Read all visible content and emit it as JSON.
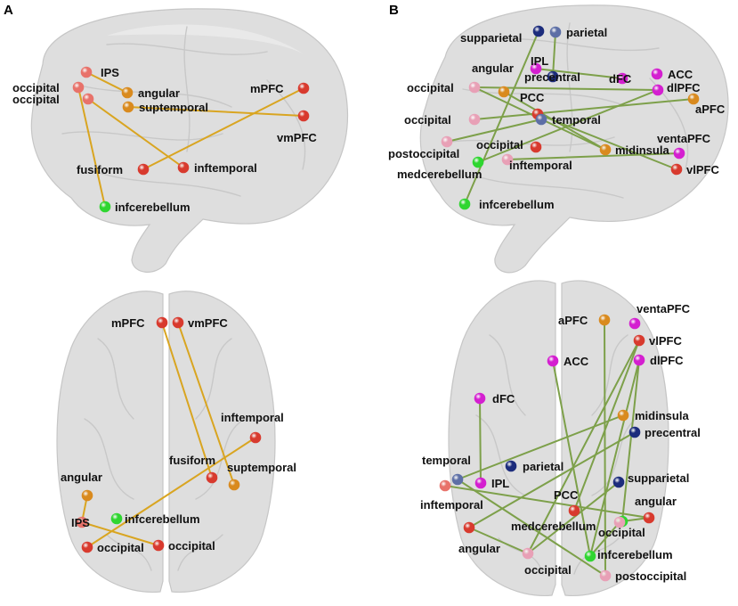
{
  "colors": {
    "red": "#d83a2e",
    "salmon": "#e8726a",
    "pink": "#e8a0b6",
    "orange": "#d98a1e",
    "magenta": "#d41fd0",
    "navy": "#1c2c7c",
    "slate": "#5d6fa6",
    "green": "#2fd630",
    "edge_a": "#d9a521",
    "edge_b": "#7da04a"
  },
  "panels": [
    {
      "id": "A",
      "label": "A",
      "views": [
        {
          "id": "A-sagittal",
          "edge_color": "edge_a",
          "nodes": [
            {
              "id": "ips",
              "label": "IPS",
              "color": "salmon"
            },
            {
              "id": "occ1",
              "label": "occipital",
              "color": "salmon"
            },
            {
              "id": "occ2",
              "label": "occipital",
              "color": "salmon"
            },
            {
              "id": "angular",
              "label": "angular",
              "color": "orange"
            },
            {
              "id": "supt",
              "label": "suptemporal",
              "color": "orange"
            },
            {
              "id": "mpfc",
              "label": "mPFC",
              "color": "red"
            },
            {
              "id": "vmpfc",
              "label": "vmPFC",
              "color": "red"
            },
            {
              "id": "fusi",
              "label": "fusiform",
              "color": "red"
            },
            {
              "id": "inft",
              "label": "inftemporal",
              "color": "red"
            },
            {
              "id": "infc",
              "label": "infcerebellum",
              "color": "green"
            }
          ],
          "edges": [
            [
              "ips",
              "angular"
            ],
            [
              "occ1",
              "infc"
            ],
            [
              "occ2",
              "inft"
            ],
            [
              "supt",
              "vmpfc"
            ],
            [
              "mpfc",
              "fusi"
            ]
          ]
        },
        {
          "id": "A-axial",
          "edge_color": "edge_a",
          "nodes": [
            {
              "id": "mpfc",
              "label": "mPFC",
              "color": "red"
            },
            {
              "id": "vmpfc",
              "label": "vmPFC",
              "color": "red"
            },
            {
              "id": "inft",
              "label": "inftemporal",
              "color": "red"
            },
            {
              "id": "fusi",
              "label": "fusiform",
              "color": "red"
            },
            {
              "id": "supt",
              "label": "suptemporal",
              "color": "orange"
            },
            {
              "id": "angular",
              "label": "angular",
              "color": "orange"
            },
            {
              "id": "ips",
              "label": "IPS",
              "color": "salmon"
            },
            {
              "id": "infc",
              "label": "infcerebellum",
              "color": "green"
            },
            {
              "id": "occ1",
              "label": "occipital",
              "color": "red"
            },
            {
              "id": "occ2",
              "label": "occipital",
              "color": "red"
            }
          ],
          "edges": [
            [
              "mpfc",
              "fusi"
            ],
            [
              "vmpfc",
              "supt"
            ],
            [
              "angular",
              "ips"
            ],
            [
              "inft",
              "occ1"
            ],
            [
              "ips",
              "occ2"
            ]
          ]
        }
      ]
    },
    {
      "id": "B",
      "label": "B",
      "views": [
        {
          "id": "B-sagittal",
          "edge_color": "edge_b",
          "nodes": [
            {
              "id": "suppar",
              "label": "supparietal",
              "color": "navy"
            },
            {
              "id": "parietal",
              "label": "parietal",
              "color": "slate"
            },
            {
              "id": "ipl",
              "label": "IPL",
              "color": "magenta"
            },
            {
              "id": "precentral",
              "label": "precentral",
              "color": "navy"
            },
            {
              "id": "dfc",
              "label": "dFC",
              "color": "magenta"
            },
            {
              "id": "acc",
              "label": "ACC",
              "color": "magenta"
            },
            {
              "id": "angular",
              "label": "angular",
              "color": "orange"
            },
            {
              "id": "occ1",
              "label": "occipital",
              "color": "pink"
            },
            {
              "id": "dlpfc",
              "label": "dlPFC",
              "color": "magenta"
            },
            {
              "id": "pcc",
              "label": "PCC",
              "color": "red"
            },
            {
              "id": "apfc",
              "label": "aPFC",
              "color": "orange"
            },
            {
              "id": "occ2",
              "label": "occipital",
              "color": "pink"
            },
            {
              "id": "temporal",
              "label": "temporal",
              "color": "slate"
            },
            {
              "id": "ventapfc",
              "label": "ventaPFC",
              "color": "magenta"
            },
            {
              "id": "postocc",
              "label": "postoccipital",
              "color": "pink"
            },
            {
              "id": "occ3",
              "label": "occipital",
              "color": "pink"
            },
            {
              "id": "inft",
              "label": "inftemporal",
              "color": "red"
            },
            {
              "id": "midins",
              "label": "midinsula",
              "color": "orange"
            },
            {
              "id": "vlpfc",
              "label": "vlPFC",
              "color": "red"
            },
            {
              "id": "medc",
              "label": "medcerebellum",
              "color": "green"
            },
            {
              "id": "infc",
              "label": "infcerebellum",
              "color": "green"
            }
          ],
          "edges": [
            [
              "suppar",
              "infc"
            ],
            [
              "parietal",
              "precentral"
            ],
            [
              "ipl",
              "dfc"
            ],
            [
              "occ1",
              "dlpfc"
            ],
            [
              "occ1",
              "midins"
            ],
            [
              "pcc",
              "vlpfc"
            ],
            [
              "occ2",
              "apfc"
            ],
            [
              "angular",
              "midins"
            ],
            [
              "medc",
              "dlpfc"
            ],
            [
              "temporal",
              "postocc"
            ],
            [
              "occ3",
              "ventapfc"
            ]
          ]
        },
        {
          "id": "B-axial",
          "edge_color": "edge_b",
          "nodes": [
            {
              "id": "apfc",
              "label": "aPFC",
              "color": "orange"
            },
            {
              "id": "ventapfc",
              "label": "ventaPFC",
              "color": "magenta"
            },
            {
              "id": "vlpfc",
              "label": "vlPFC",
              "color": "red"
            },
            {
              "id": "acc",
              "label": "ACC",
              "color": "magenta"
            },
            {
              "id": "dlpfc",
              "label": "dlPFC",
              "color": "magenta"
            },
            {
              "id": "dfc",
              "label": "dFC",
              "color": "magenta"
            },
            {
              "id": "midins",
              "label": "midinsula",
              "color": "orange"
            },
            {
              "id": "precentral",
              "label": "precentral",
              "color": "navy"
            },
            {
              "id": "parietal",
              "label": "parietal",
              "color": "navy"
            },
            {
              "id": "temporal",
              "label": "temporal",
              "color": "slate"
            },
            {
              "id": "ipl",
              "label": "IPL",
              "color": "magenta"
            },
            {
              "id": "suppar",
              "label": "supparietal",
              "color": "navy"
            },
            {
              "id": "inft",
              "label": "inftemporal",
              "color": "salmon"
            },
            {
              "id": "pcc",
              "label": "PCC",
              "color": "red"
            },
            {
              "id": "angr",
              "label": "angular",
              "color": "red"
            },
            {
              "id": "angl",
              "label": "angular",
              "color": "red"
            },
            {
              "id": "medc",
              "label": "medcerebellum",
              "color": "green"
            },
            {
              "id": "occr",
              "label": "occipital",
              "color": "pink"
            },
            {
              "id": "occl",
              "label": "occipital",
              "color": "pink"
            },
            {
              "id": "infc",
              "label": "infcerebellum",
              "color": "green"
            },
            {
              "id": "postocc",
              "label": "postoccipital",
              "color": "pink"
            }
          ],
          "edges": [
            [
              "apfc",
              "postocc"
            ],
            [
              "vlpfc",
              "pcc"
            ],
            [
              "vlpfc",
              "occl"
            ],
            [
              "dlpfc",
              "medc"
            ],
            [
              "dlpfc",
              "infc"
            ],
            [
              "acc",
              "infc"
            ],
            [
              "dfc",
              "ipl"
            ],
            [
              "midins",
              "temporal"
            ],
            [
              "precentral",
              "angl"
            ],
            [
              "suppar",
              "occl"
            ],
            [
              "inft",
              "angr"
            ],
            [
              "angl",
              "occl"
            ],
            [
              "medc",
              "angr"
            ],
            [
              "temporal",
              "postocc"
            ],
            [
              "occr",
              "infc"
            ]
          ]
        }
      ]
    }
  ]
}
